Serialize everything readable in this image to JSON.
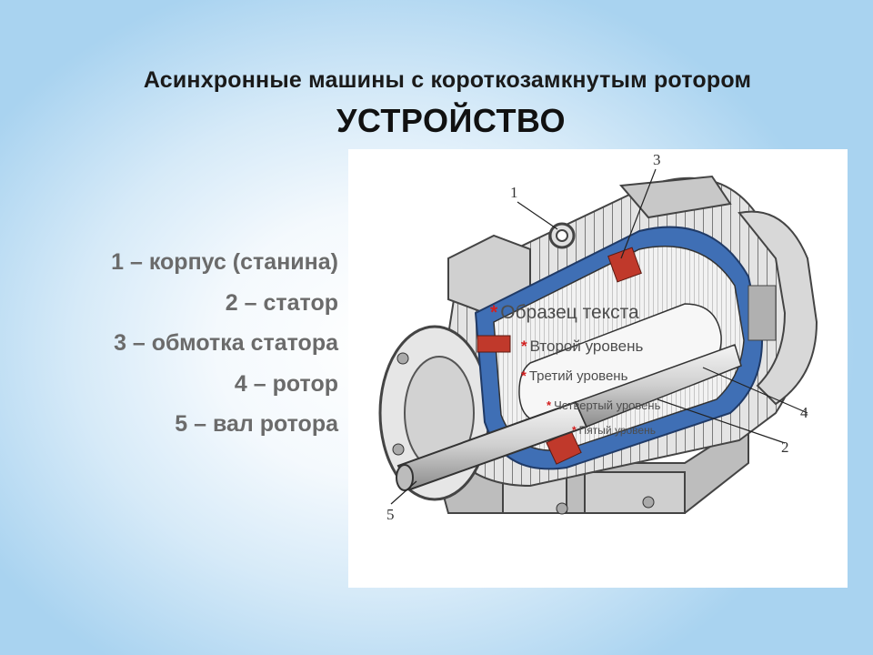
{
  "slide": {
    "title": "Асинхронные машины с короткозамкнутым ротором",
    "subtitle": "УСТРОЙСТВО"
  },
  "legend": [
    "1 – корпус (станина)",
    "2 – статор",
    "3 – обмотка статора",
    "4 – ротор",
    "5 – вал ротора"
  ],
  "placeholder": {
    "level1": "Образец текста",
    "level2": "Второй уровень",
    "level3": "Третий уровень",
    "level4": "Четвертый уровень",
    "level5": "Пятый уровень",
    "bullet": "*"
  },
  "callouts": {
    "c1": "1",
    "c2": "2",
    "c3": "3",
    "c4": "4",
    "c5": "5"
  },
  "colors": {
    "winding": "#c0392b",
    "insulation": "#3f6fb5",
    "casing": "#d9d9d9"
  }
}
